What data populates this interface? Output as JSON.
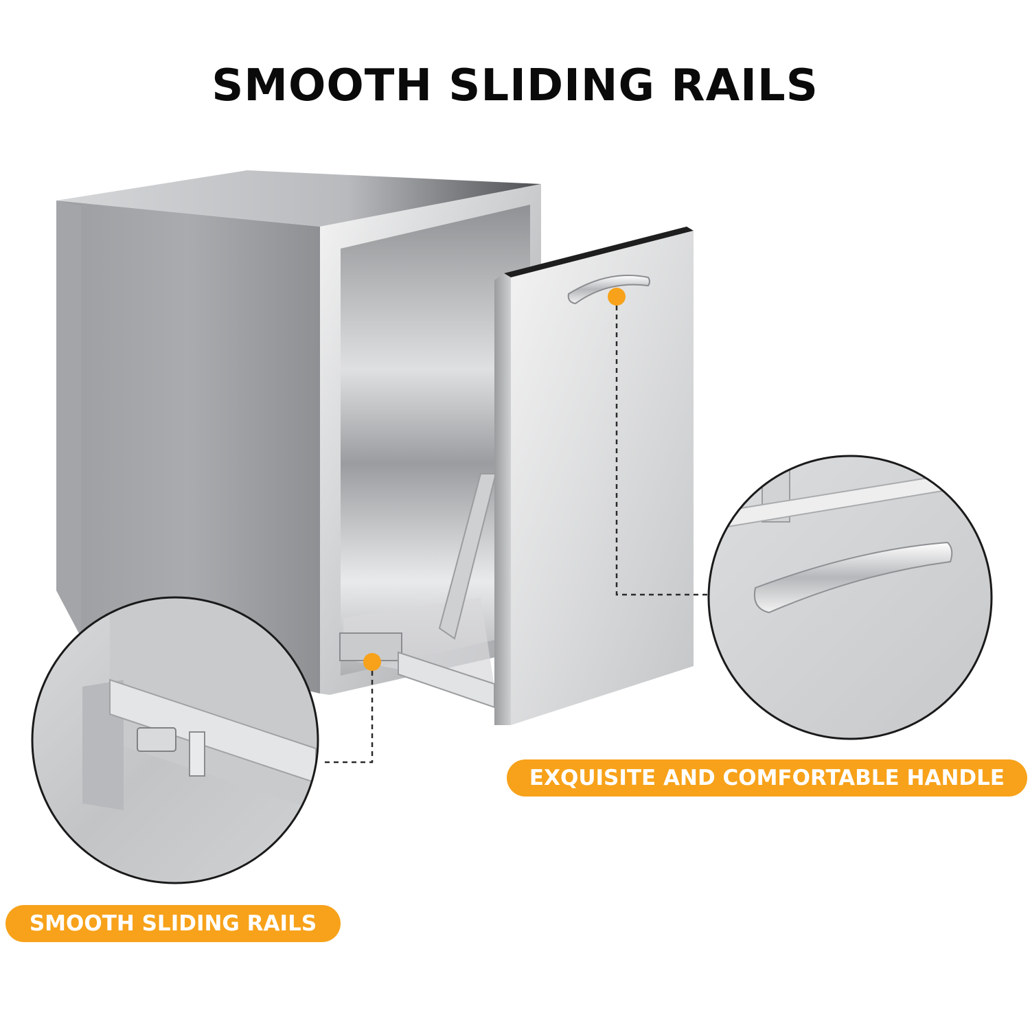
{
  "headline": "SMOOTH SLIDING RAILS",
  "callouts": {
    "handle": "EXQUISITE AND COMFORTABLE HANDLE",
    "rails": "SMOOTH SLIDING RAILS"
  },
  "colors": {
    "accent": "#f7a21a",
    "headline": "#0a0a0a",
    "background": "#ffffff"
  }
}
